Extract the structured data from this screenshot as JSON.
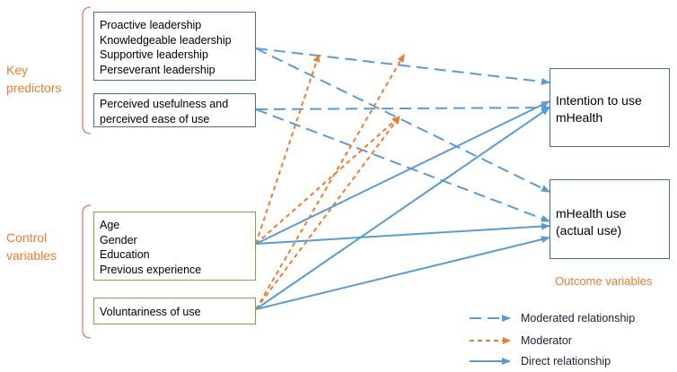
{
  "groups": {
    "key_predictors": [
      "Key",
      "predictors"
    ],
    "control_variables": [
      "Control",
      "variables"
    ],
    "outcome_variables": "Outcome variables"
  },
  "boxes": {
    "leadership": [
      "Proactive leadership",
      "Knowledgeable leadership",
      "Supportive leadership",
      "Perseverant leadership"
    ],
    "perceived": [
      "Perceived usefulness and",
      "perceived ease of use"
    ],
    "demographics": [
      "Age",
      "Gender",
      "Education",
      "Previous experience"
    ],
    "voluntariness": [
      "Voluntariness of use"
    ],
    "intention": [
      "Intention to use",
      "mHealth"
    ],
    "actual_use": [
      "mHealth use",
      "(actual use)"
    ]
  },
  "legend": {
    "moderated": "Moderated relationship",
    "moderator": "Moderator",
    "direct": "Direct relationship"
  },
  "colors": {
    "blue_line": "#5B9BD5",
    "blue_border": "#41719C",
    "orange": "#ED7D31",
    "green_border": "#70AD47"
  }
}
